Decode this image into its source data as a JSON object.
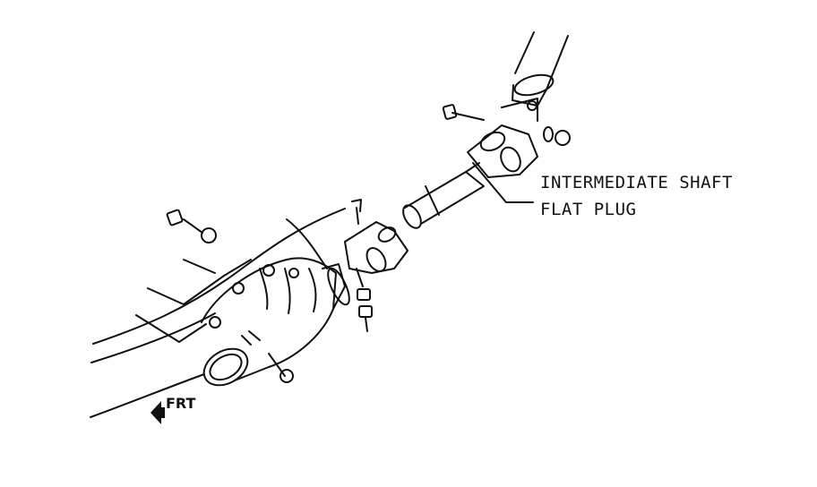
{
  "diagram": {
    "callouts": [
      "INTERMEDIATE SHAFT",
      "FLAT PLUG"
    ],
    "direction_label": "FRT",
    "direction_icon": "front-arrow-icon",
    "line_color": "#111111",
    "background": "#ffffff"
  }
}
